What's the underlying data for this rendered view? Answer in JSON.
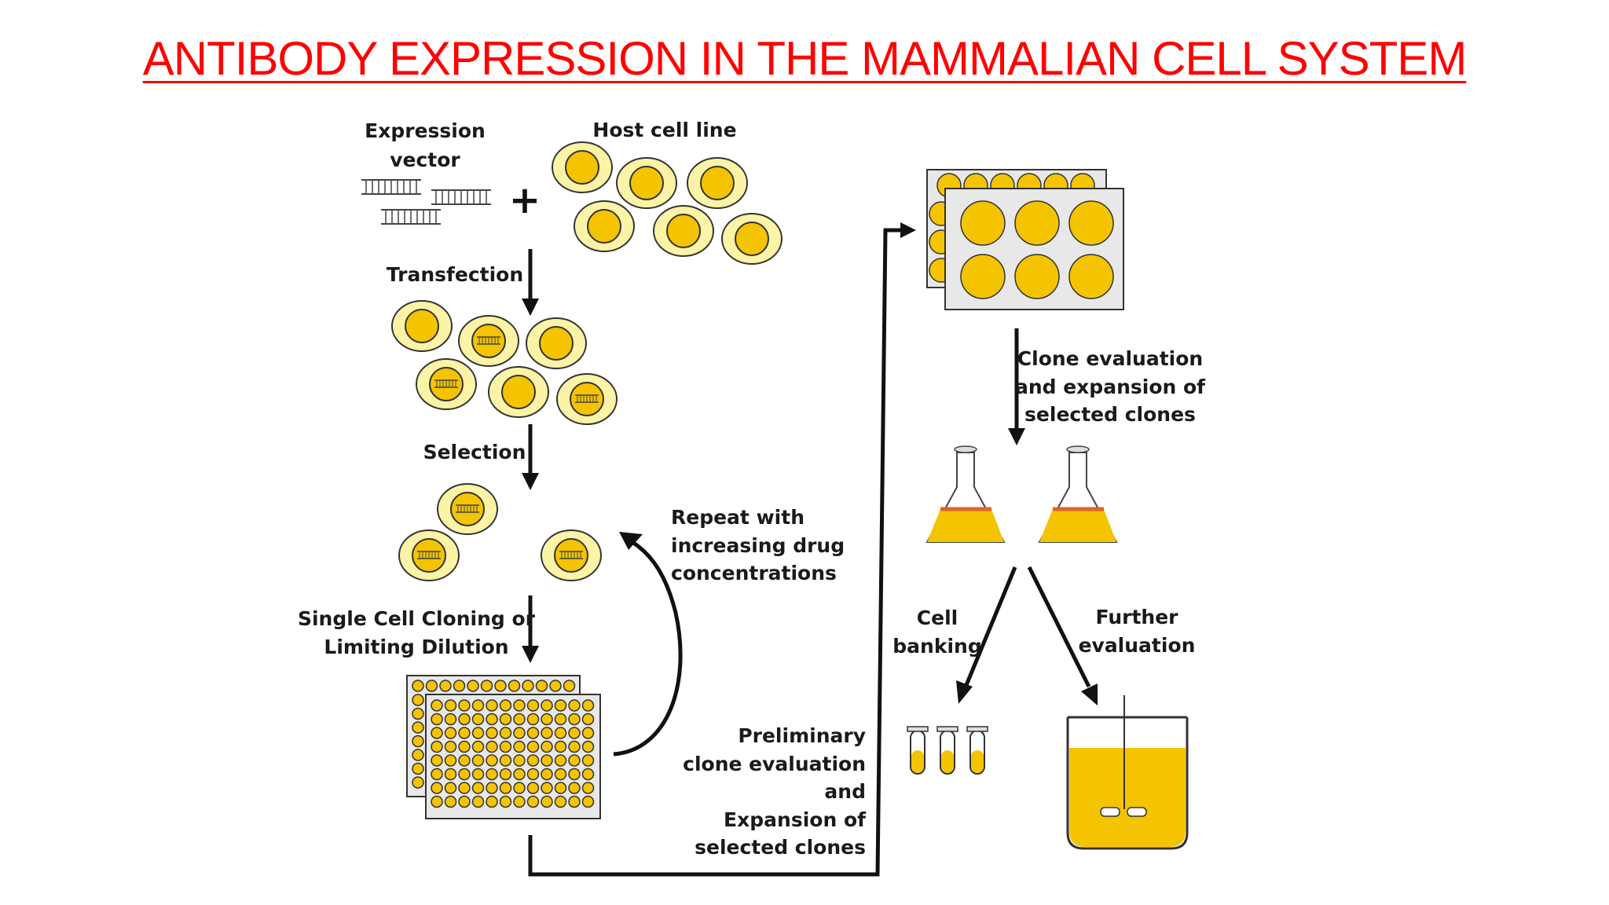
{
  "title": "ANTIBODY EXPRESSION IN THE MAMMALIAN CELL SYSTEM",
  "colors": {
    "title": "#ff0000",
    "cell_outer": "#fbf3a6",
    "cell_inner": "#f5c400",
    "liquid": "#f5c400",
    "plate": "#e8e8e8"
  },
  "labels": {
    "expression_vector_1": "Expression",
    "expression_vector_2": "vector",
    "host_cell_line": "Host cell line",
    "plus": "+",
    "transfection": "Transfection",
    "selection": "Selection",
    "single_cell_1": "Single Cell Cloning or",
    "single_cell_2": "Limiting Dilution",
    "repeat_1": "Repeat with",
    "repeat_2": "increasing drug",
    "repeat_3": "concentrations",
    "prelim_1": "Preliminary",
    "prelim_2": "clone evaluation",
    "prelim_3": "and",
    "prelim_4": "Expansion of",
    "prelim_5": "selected clones",
    "clone_eval_1": "Clone evaluation",
    "clone_eval_2": "and expansion of",
    "clone_eval_3": "selected clones",
    "cell_banking_1": "Cell",
    "cell_banking_2": "banking",
    "further_1": "Further",
    "further_2": "evaluation"
  }
}
